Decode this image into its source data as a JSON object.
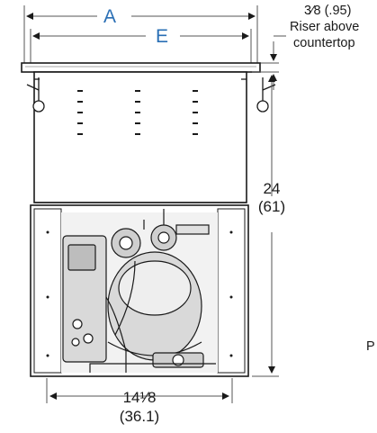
{
  "dimensions": {
    "width_A": {
      "label": "A"
    },
    "width_E": {
      "label": "E"
    },
    "riser": {
      "fraction": "3⁄8",
      "metric": "(.95)",
      "note_line1": "Riser above",
      "note_line2": "countertop"
    },
    "height": {
      "imperial": "24",
      "metric": "(61)"
    },
    "base_width": {
      "imperial": "14¹⁄8",
      "metric": "(36.1)"
    },
    "side_label": "P"
  },
  "colors": {
    "accent": "#2a6fb5",
    "line": "#1a1a1a",
    "cabinet_fill": "#ffffff",
    "mechanism_fill": "#d9d9d9"
  }
}
